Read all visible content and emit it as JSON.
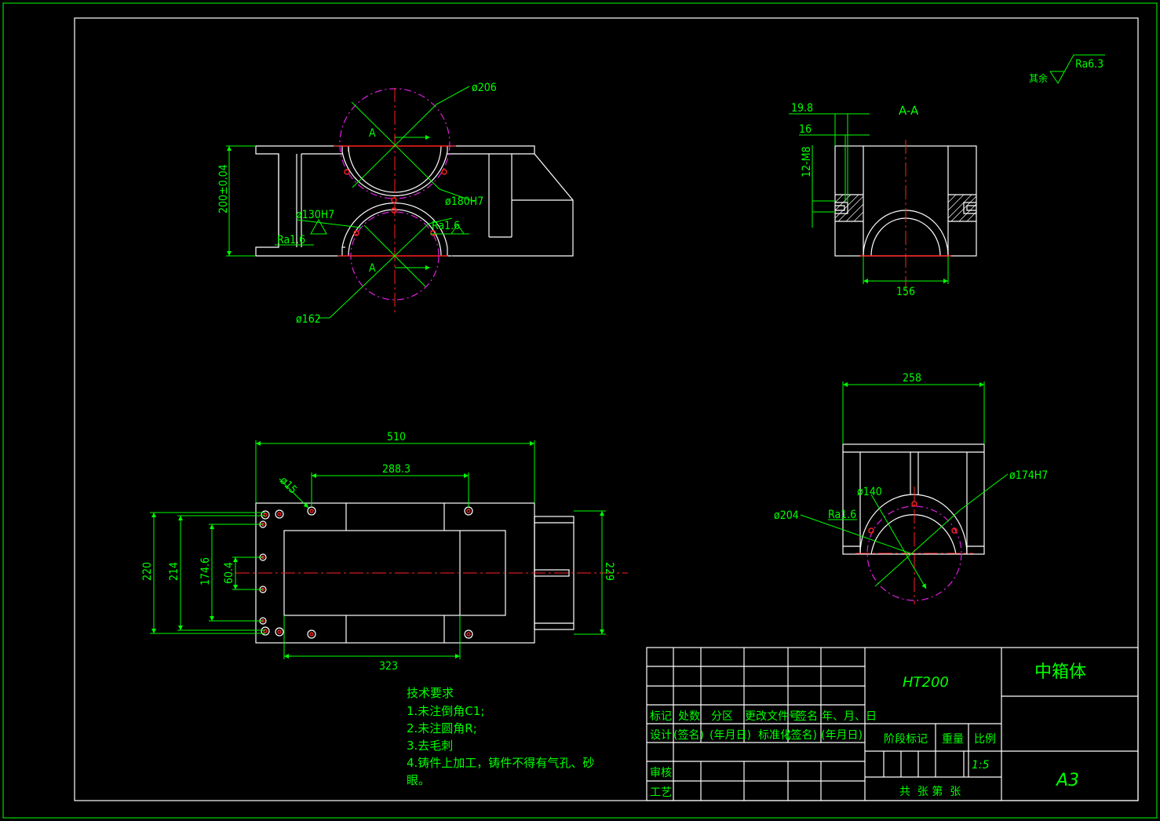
{
  "dims": {
    "d206": "ø206",
    "d180": "ø180H7",
    "d130": "ø130H7",
    "d162": "ø162",
    "h200": "200±0.04",
    "ra_left": "Ra1.6",
    "ra_mid": "Ra1.6",
    "sec_a_top": "A",
    "sec_a_bot": "A",
    "d19_8": "19.8",
    "d16": "16",
    "m8": "12-M8",
    "d156": "156",
    "d258": "258",
    "d174": "ø174H7",
    "d140": "ø140",
    "d204": "ø204",
    "ra_side": "Ra1.6",
    "d510": "510",
    "d288": "288.3",
    "d15": "ø15",
    "d220": "220",
    "d214": "214",
    "d174_6": "174.6",
    "d60_4": "60.4",
    "d229": "229",
    "d323": "323"
  },
  "section_title": "A-A",
  "surface_note": {
    "prefix": "其余",
    "value": "Ra6.3"
  },
  "tech": {
    "title": "技术要求",
    "items": [
      "1.未注倒角C1;",
      "2.未注圆角R;",
      "3.去毛刺",
      "4.铸件上加工，铸件不得有气孔、砂",
      "眼。"
    ]
  },
  "title_block": {
    "material": "HT200",
    "part_name": "中箱体",
    "sheet": "A3",
    "scale": "1:5",
    "row1": [
      "标记",
      "处数",
      "分区",
      "更改文件号",
      "签名",
      "年、月、日"
    ],
    "row2": [
      "设计",
      "(签名)",
      "(年月日)",
      "标准化",
      "(签名)",
      "(年月日)"
    ],
    "stage": "阶段标记",
    "weight": "重量",
    "ratio": "比例",
    "review": "审核",
    "craft": "工艺",
    "sheets": "共  张 第  张"
  }
}
